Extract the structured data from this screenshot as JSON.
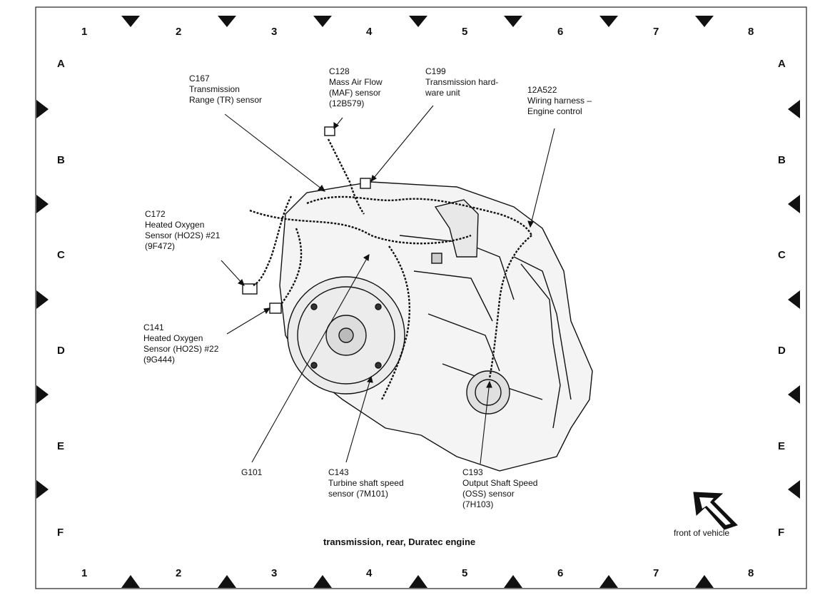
{
  "caption": "transmission, rear, Duratec engine",
  "front_label": "front of vehicle",
  "grid": {
    "columns": [
      "1",
      "2",
      "3",
      "4",
      "5",
      "6",
      "7",
      "8"
    ],
    "rows": [
      "A",
      "B",
      "C",
      "D",
      "E",
      "F"
    ]
  },
  "callouts": {
    "c167": {
      "id": "C167",
      "lines": [
        "Transmission",
        "Range (TR) sensor"
      ]
    },
    "c128": {
      "id": "C128",
      "lines": [
        "Mass Air Flow",
        "(MAF) sensor",
        "(12B579)"
      ]
    },
    "c199": {
      "id": "C199",
      "lines": [
        "Transmission hard-",
        "ware unit"
      ]
    },
    "a12a522": {
      "id": "12A522",
      "lines": [
        "Wiring harness –",
        "Engine control"
      ]
    },
    "c172": {
      "id": "C172",
      "lines": [
        "Heated Oxygen",
        "Sensor (HO2S) #21",
        "(9F472)"
      ]
    },
    "c141": {
      "id": "C141",
      "lines": [
        "Heated Oxygen",
        "Sensor (HO2S) #22",
        "(9G444)"
      ]
    },
    "g101": {
      "id": "G101",
      "lines": []
    },
    "c143": {
      "id": "C143",
      "lines": [
        "Turbine shaft speed",
        "sensor (7M101)"
      ]
    },
    "c193": {
      "id": "C193",
      "lines": [
        "Output Shaft Speed",
        "(OSS) sensor",
        "(7H103)"
      ]
    }
  }
}
